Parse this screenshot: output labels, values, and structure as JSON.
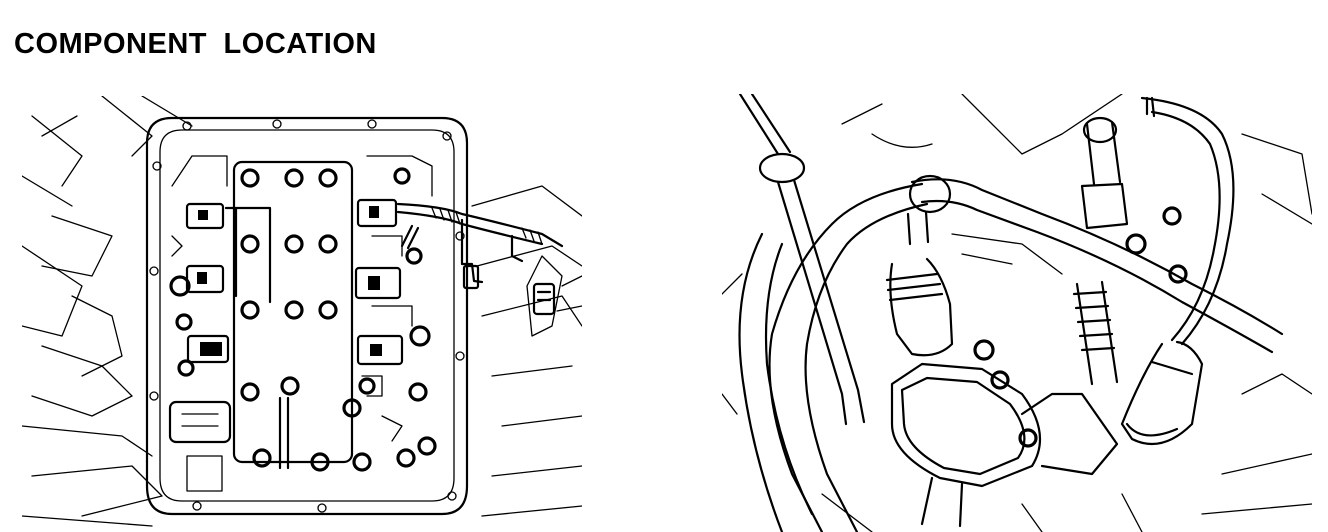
{
  "page": {
    "title": "COMPONENT LOCATION"
  },
  "figures": [
    {
      "id": "valve-body-view"
    },
    {
      "id": "engine-bay-view"
    }
  ]
}
